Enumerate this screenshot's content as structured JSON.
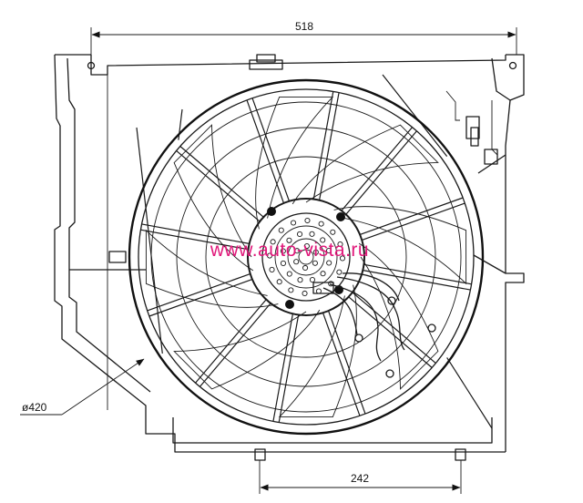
{
  "dimensions": {
    "overall_width": "518",
    "fan_diameter": "ø420",
    "mount_spacing": "242"
  },
  "watermark": {
    "text": "www.auto-vista.ru",
    "color": "#e0187a"
  },
  "drawing": {
    "line_color": "#1a1a1a",
    "background": "#ffffff",
    "fan_blades": 8,
    "frame_spokes": 12
  }
}
